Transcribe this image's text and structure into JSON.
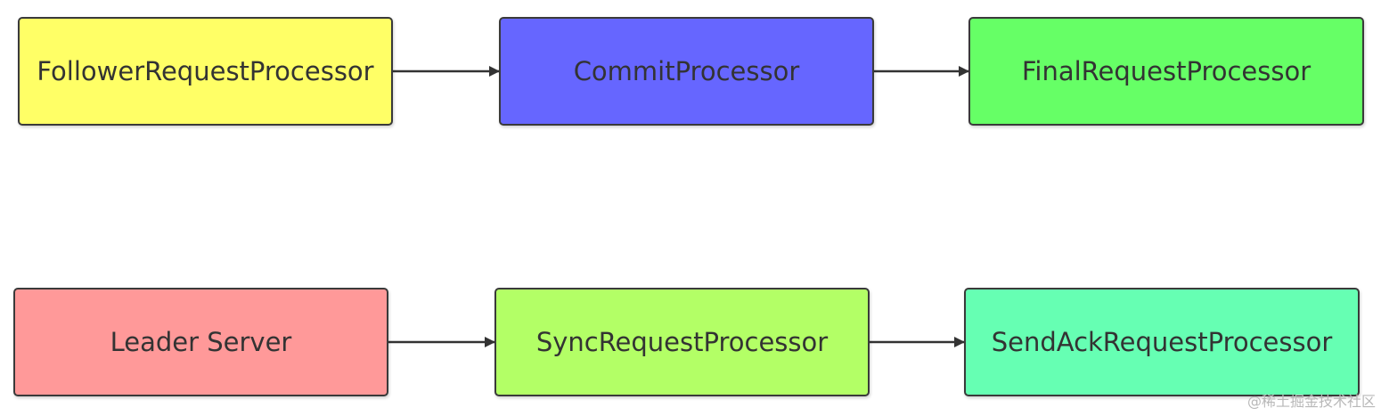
{
  "nodes": [
    {
      "id": "n1",
      "label": "FollowerRequestProcessor",
      "color": "#ffff66"
    },
    {
      "id": "n2",
      "label": "CommitProcessor",
      "color": "#6666ff"
    },
    {
      "id": "n3",
      "label": "FinalRequestProcessor",
      "color": "#66ff66"
    },
    {
      "id": "n4",
      "label": "Leader Server",
      "color": "#ff9999"
    },
    {
      "id": "n5",
      "label": "SyncRequestProcessor",
      "color": "#b3ff66"
    },
    {
      "id": "n6",
      "label": "SendAckRequestProcessor",
      "color": "#66ffb3"
    }
  ],
  "edges": [
    {
      "from": "n1",
      "to": "n2"
    },
    {
      "from": "n2",
      "to": "n3"
    },
    {
      "from": "n4",
      "to": "n5"
    },
    {
      "from": "n5",
      "to": "n6"
    }
  ],
  "watermark": "@稀土掘金技术社区",
  "edge_color": "#333333"
}
